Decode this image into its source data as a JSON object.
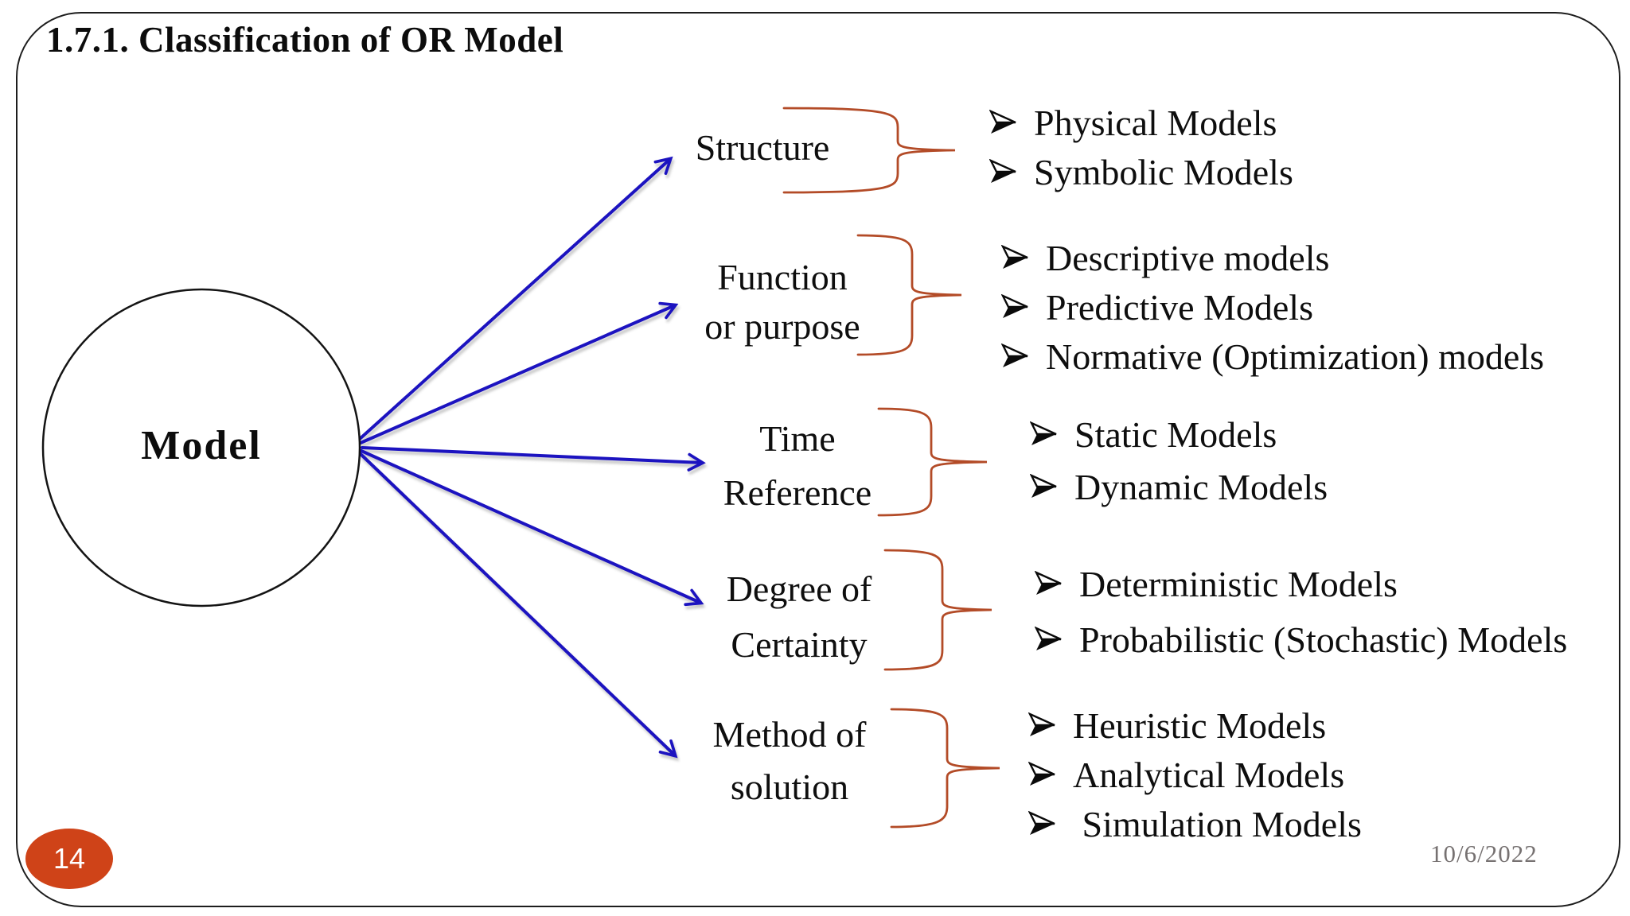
{
  "slide": {
    "title": "1.7.1. Classification of OR Model",
    "center_node": "Model",
    "page_number": "14",
    "date": "10/6/2022"
  },
  "groups": [
    {
      "label": "Structure",
      "label_lines": [
        "Structure"
      ],
      "items": [
        "Physical Models",
        "Symbolic Models"
      ]
    },
    {
      "label": "Function or purpose",
      "label_lines": [
        "Function",
        "or purpose"
      ],
      "items": [
        "Descriptive models",
        "Predictive Models",
        "Normative (Optimization) models"
      ]
    },
    {
      "label": "Time Reference",
      "label_lines": [
        "Time",
        "Reference"
      ],
      "items": [
        "Static Models",
        "Dynamic Models"
      ]
    },
    {
      "label": "Degree of Certainty",
      "label_lines": [
        "Degree of",
        "Certainty"
      ],
      "items": [
        "Deterministic Models",
        "Probabilistic (Stochastic) Models"
      ]
    },
    {
      "label": "Method of solution",
      "label_lines": [
        "Method of",
        "solution"
      ],
      "items": [
        "Heuristic Models",
        "Analytical Models",
        " Simulation Models"
      ]
    }
  ],
  "icons": {
    "bullet": "three-d-arrowhead-bullet",
    "connector": "open-v-arrowhead"
  },
  "colors": {
    "arrow_blue": "#1c13c0",
    "brace_red": "#b34b27",
    "badge_orange": "#cf4318",
    "date_gray": "#767171",
    "text_black": "#111111"
  }
}
